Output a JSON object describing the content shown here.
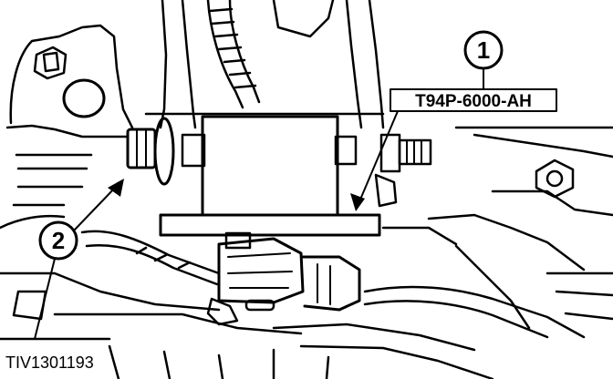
{
  "diagram": {
    "callouts": [
      {
        "id": "callout-1",
        "number": "1"
      },
      {
        "id": "callout-2",
        "number": "2"
      }
    ],
    "tool_label": "T94P-6000-AH",
    "figure_id": "TIV1301193"
  },
  "colors": {
    "ink": "#000000",
    "paper": "#ffffff"
  }
}
